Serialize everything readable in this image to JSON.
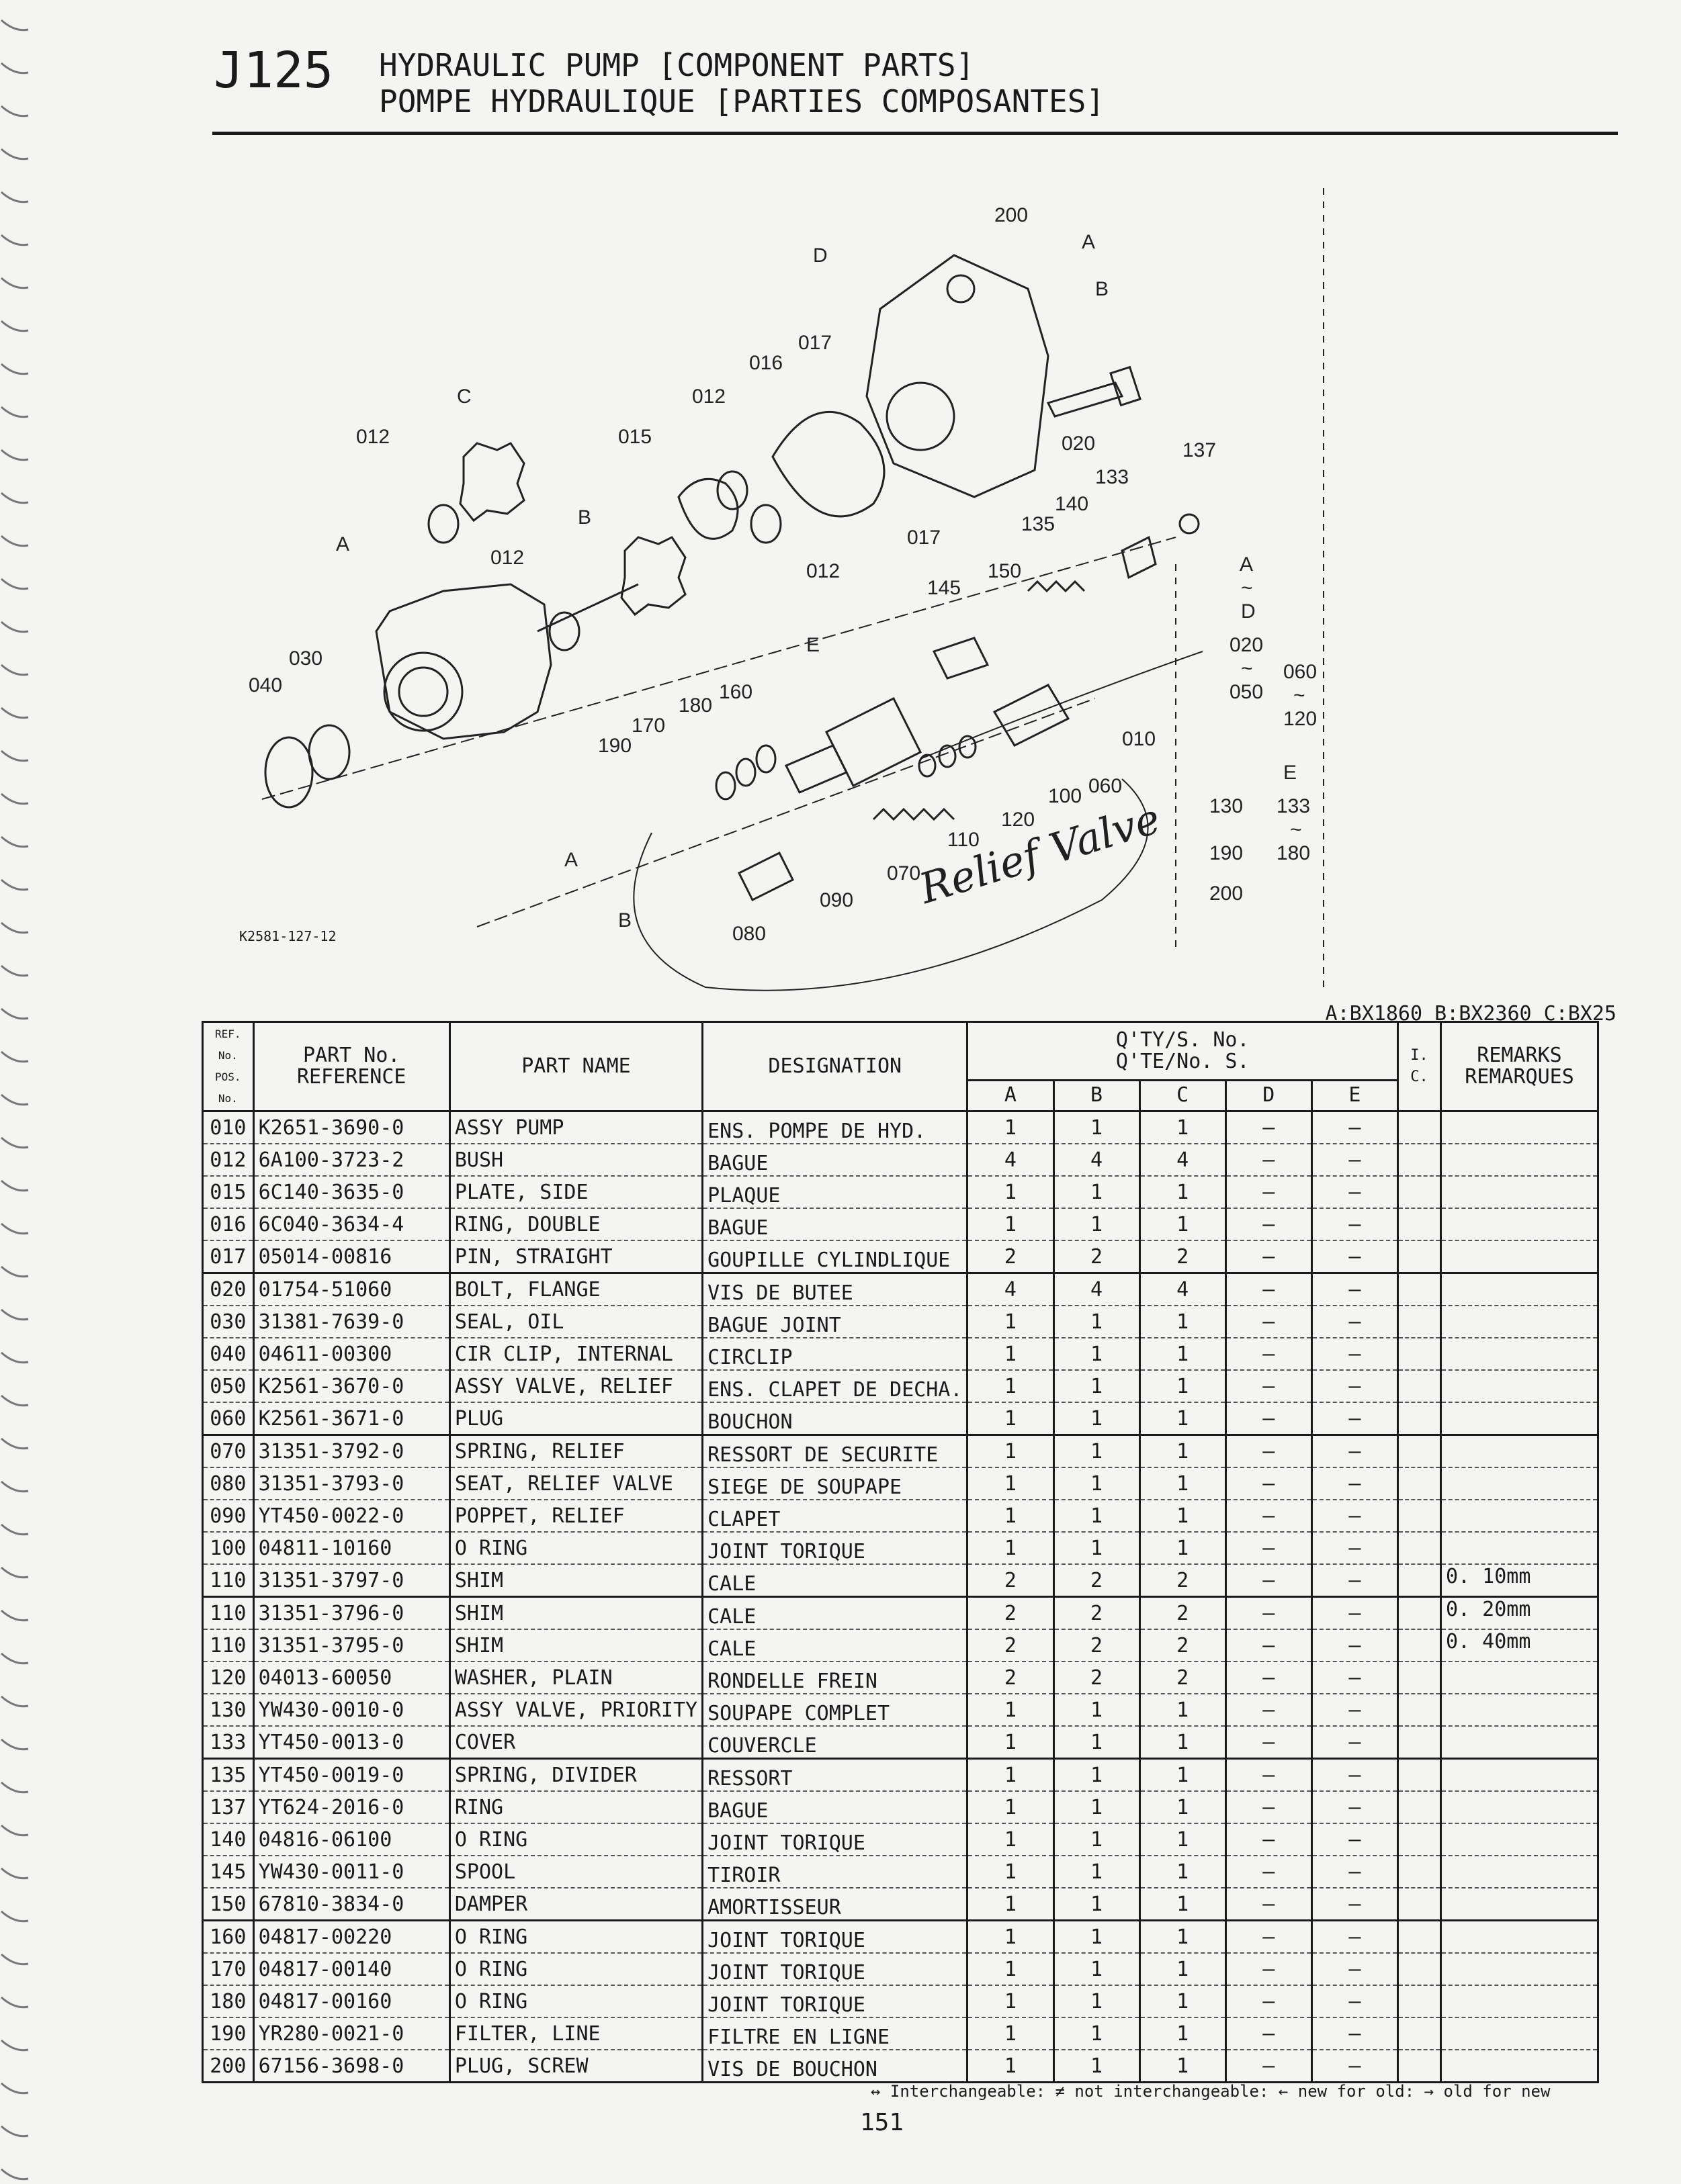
{
  "header": {
    "code": "J125",
    "title_en": "HYDRAULIC PUMP [COMPONENT PARTS]",
    "title_fr": "POMPE HYDRAULIQUE [PARTIES COMPOSANTES]"
  },
  "diagram": {
    "figure_id": "K2581-127-12",
    "handwritten_note": "Relief Valve",
    "callouts": [
      "200",
      "D",
      "A",
      "B",
      "017",
      "016",
      "012",
      "C",
      "012",
      "015",
      "020",
      "137",
      "133",
      "140",
      "135",
      "017",
      "B",
      "A",
      "012",
      "012",
      "150",
      "145",
      "E",
      "030",
      "040",
      "160",
      "180",
      "170",
      "190",
      "100",
      "060",
      "120",
      "110",
      "070",
      "090",
      "080",
      "A",
      "B",
      "010"
    ],
    "range_labels": [
      "A",
      "~",
      "D",
      "020",
      "~",
      "050",
      "060",
      "~",
      "120",
      "E",
      "130",
      "133",
      "~",
      "180",
      "190",
      "200"
    ]
  },
  "model_legend": "A:BX1860 B:BX2360 C:BX25",
  "table": {
    "headers": {
      "ref": "REF. No.\nPOS. No.",
      "part_no": "PART No.\nREFERENCE",
      "part_name": "PART NAME",
      "designation": "DESIGNATION",
      "qty": "Q'TY/S. No.\nQ'TE/No. S.",
      "qty_cols": [
        "A",
        "B",
        "C",
        "D",
        "E"
      ],
      "ic": "I. C.",
      "remarks": "REMARKS\nREMARQUES"
    },
    "rows": [
      {
        "ref": "010",
        "part": "K2651-3690-0",
        "name": "ASSY PUMP",
        "desig": "ENS. POMPE DE HYD.",
        "q": [
          "1",
          "1",
          "1",
          "–",
          "–"
        ],
        "ic": "",
        "rem": ""
      },
      {
        "ref": "012",
        "part": "6A100-3723-2",
        "name": "BUSH",
        "desig": "BAGUE",
        "q": [
          "4",
          "4",
          "4",
          "–",
          "–"
        ],
        "ic": "",
        "rem": ""
      },
      {
        "ref": "015",
        "part": "6C140-3635-0",
        "name": "PLATE, SIDE",
        "desig": "PLAQUE",
        "q": [
          "1",
          "1",
          "1",
          "–",
          "–"
        ],
        "ic": "",
        "rem": ""
      },
      {
        "ref": "016",
        "part": "6C040-3634-4",
        "name": "RING, DOUBLE",
        "desig": "BAGUE",
        "q": [
          "1",
          "1",
          "1",
          "–",
          "–"
        ],
        "ic": "",
        "rem": ""
      },
      {
        "ref": "017",
        "part": "05014-00816",
        "name": "PIN, STRAIGHT",
        "desig": "GOUPILLE CYLINDLIQUE",
        "q": [
          "2",
          "2",
          "2",
          "–",
          "–"
        ],
        "ic": "",
        "rem": ""
      },
      {
        "ref": "020",
        "part": "01754-51060",
        "name": "BOLT, FLANGE",
        "desig": "VIS DE BUTEE",
        "q": [
          "4",
          "4",
          "4",
          "–",
          "–"
        ],
        "ic": "",
        "rem": ""
      },
      {
        "ref": "030",
        "part": "31381-7639-0",
        "name": "SEAL, OIL",
        "desig": "BAGUE JOINT",
        "q": [
          "1",
          "1",
          "1",
          "–",
          "–"
        ],
        "ic": "",
        "rem": ""
      },
      {
        "ref": "040",
        "part": "04611-00300",
        "name": "CIR CLIP, INTERNAL",
        "desig": "CIRCLIP",
        "q": [
          "1",
          "1",
          "1",
          "–",
          "–"
        ],
        "ic": "",
        "rem": ""
      },
      {
        "ref": "050",
        "part": "K2561-3670-0",
        "name": "ASSY VALVE, RELIEF",
        "desig": "ENS. CLAPET DE DECHA.",
        "q": [
          "1",
          "1",
          "1",
          "–",
          "–"
        ],
        "ic": "",
        "rem": ""
      },
      {
        "ref": "060",
        "part": "K2561-3671-0",
        "name": "PLUG",
        "desig": "BOUCHON",
        "q": [
          "1",
          "1",
          "1",
          "–",
          "–"
        ],
        "ic": "",
        "rem": ""
      },
      {
        "ref": "070",
        "part": "31351-3792-0",
        "name": "SPRING, RELIEF",
        "desig": "RESSORT DE SECURITE",
        "q": [
          "1",
          "1",
          "1",
          "–",
          "–"
        ],
        "ic": "",
        "rem": ""
      },
      {
        "ref": "080",
        "part": "31351-3793-0",
        "name": "SEAT, RELIEF VALVE",
        "desig": "SIEGE DE SOUPAPE",
        "q": [
          "1",
          "1",
          "1",
          "–",
          "–"
        ],
        "ic": "",
        "rem": ""
      },
      {
        "ref": "090",
        "part": "YT450-0022-0",
        "name": "POPPET, RELIEF",
        "desig": "CLAPET",
        "q": [
          "1",
          "1",
          "1",
          "–",
          "–"
        ],
        "ic": "",
        "rem": ""
      },
      {
        "ref": "100",
        "part": "04811-10160",
        "name": "O RING",
        "desig": "JOINT TORIQUE",
        "q": [
          "1",
          "1",
          "1",
          "–",
          "–"
        ],
        "ic": "",
        "rem": ""
      },
      {
        "ref": "110",
        "part": "31351-3797-0",
        "name": "SHIM",
        "desig": "CALE",
        "q": [
          "2",
          "2",
          "2",
          "–",
          "–"
        ],
        "ic": "",
        "rem": "0. 10mm"
      },
      {
        "ref": "110",
        "part": "31351-3796-0",
        "name": "SHIM",
        "desig": "CALE",
        "q": [
          "2",
          "2",
          "2",
          "–",
          "–"
        ],
        "ic": "",
        "rem": "0. 20mm"
      },
      {
        "ref": "110",
        "part": "31351-3795-0",
        "name": "SHIM",
        "desig": "CALE",
        "q": [
          "2",
          "2",
          "2",
          "–",
          "–"
        ],
        "ic": "",
        "rem": "0. 40mm"
      },
      {
        "ref": "120",
        "part": "04013-60050",
        "name": "WASHER, PLAIN",
        "desig": "RONDELLE FREIN",
        "q": [
          "2",
          "2",
          "2",
          "–",
          "–"
        ],
        "ic": "",
        "rem": ""
      },
      {
        "ref": "130",
        "part": "YW430-0010-0",
        "name": "ASSY VALVE, PRIORITY",
        "desig": "SOUPAPE COMPLET",
        "q": [
          "1",
          "1",
          "1",
          "–",
          "–"
        ],
        "ic": "",
        "rem": ""
      },
      {
        "ref": "133",
        "part": "YT450-0013-0",
        "name": "COVER",
        "desig": "COUVERCLE",
        "q": [
          "1",
          "1",
          "1",
          "–",
          "–"
        ],
        "ic": "",
        "rem": ""
      },
      {
        "ref": "135",
        "part": "YT450-0019-0",
        "name": "SPRING, DIVIDER",
        "desig": "RESSORT",
        "q": [
          "1",
          "1",
          "1",
          "–",
          "–"
        ],
        "ic": "",
        "rem": ""
      },
      {
        "ref": "137",
        "part": "YT624-2016-0",
        "name": "RING",
        "desig": "BAGUE",
        "q": [
          "1",
          "1",
          "1",
          "–",
          "–"
        ],
        "ic": "",
        "rem": ""
      },
      {
        "ref": "140",
        "part": "04816-06100",
        "name": "O RING",
        "desig": "JOINT TORIQUE",
        "q": [
          "1",
          "1",
          "1",
          "–",
          "–"
        ],
        "ic": "",
        "rem": ""
      },
      {
        "ref": "145",
        "part": "YW430-0011-0",
        "name": "SPOOL",
        "desig": "TIROIR",
        "q": [
          "1",
          "1",
          "1",
          "–",
          "–"
        ],
        "ic": "",
        "rem": ""
      },
      {
        "ref": "150",
        "part": "67810-3834-0",
        "name": "DAMPER",
        "desig": "AMORTISSEUR",
        "q": [
          "1",
          "1",
          "1",
          "–",
          "–"
        ],
        "ic": "",
        "rem": ""
      },
      {
        "ref": "160",
        "part": "04817-00220",
        "name": "O RING",
        "desig": "JOINT TORIQUE",
        "q": [
          "1",
          "1",
          "1",
          "–",
          "–"
        ],
        "ic": "",
        "rem": ""
      },
      {
        "ref": "170",
        "part": "04817-00140",
        "name": "O RING",
        "desig": "JOINT TORIQUE",
        "q": [
          "1",
          "1",
          "1",
          "–",
          "–"
        ],
        "ic": "",
        "rem": ""
      },
      {
        "ref": "180",
        "part": "04817-00160",
        "name": "O RING",
        "desig": "JOINT TORIQUE",
        "q": [
          "1",
          "1",
          "1",
          "–",
          "–"
        ],
        "ic": "",
        "rem": ""
      },
      {
        "ref": "190",
        "part": "YR280-0021-0",
        "name": "FILTER, LINE",
        "desig": "FILTRE EN LIGNE",
        "q": [
          "1",
          "1",
          "1",
          "–",
          "–"
        ],
        "ic": "",
        "rem": ""
      },
      {
        "ref": "200",
        "part": "67156-3698-0",
        "name": "PLUG, SCREW",
        "desig": "VIS DE BOUCHON",
        "q": [
          "1",
          "1",
          "1",
          "–",
          "–"
        ],
        "ic": "",
        "rem": ""
      }
    ]
  },
  "footer": {
    "legend": "↔ Interchangeable: ≠ not interchangeable: ← new for old: → old for new",
    "page_number": "151"
  }
}
